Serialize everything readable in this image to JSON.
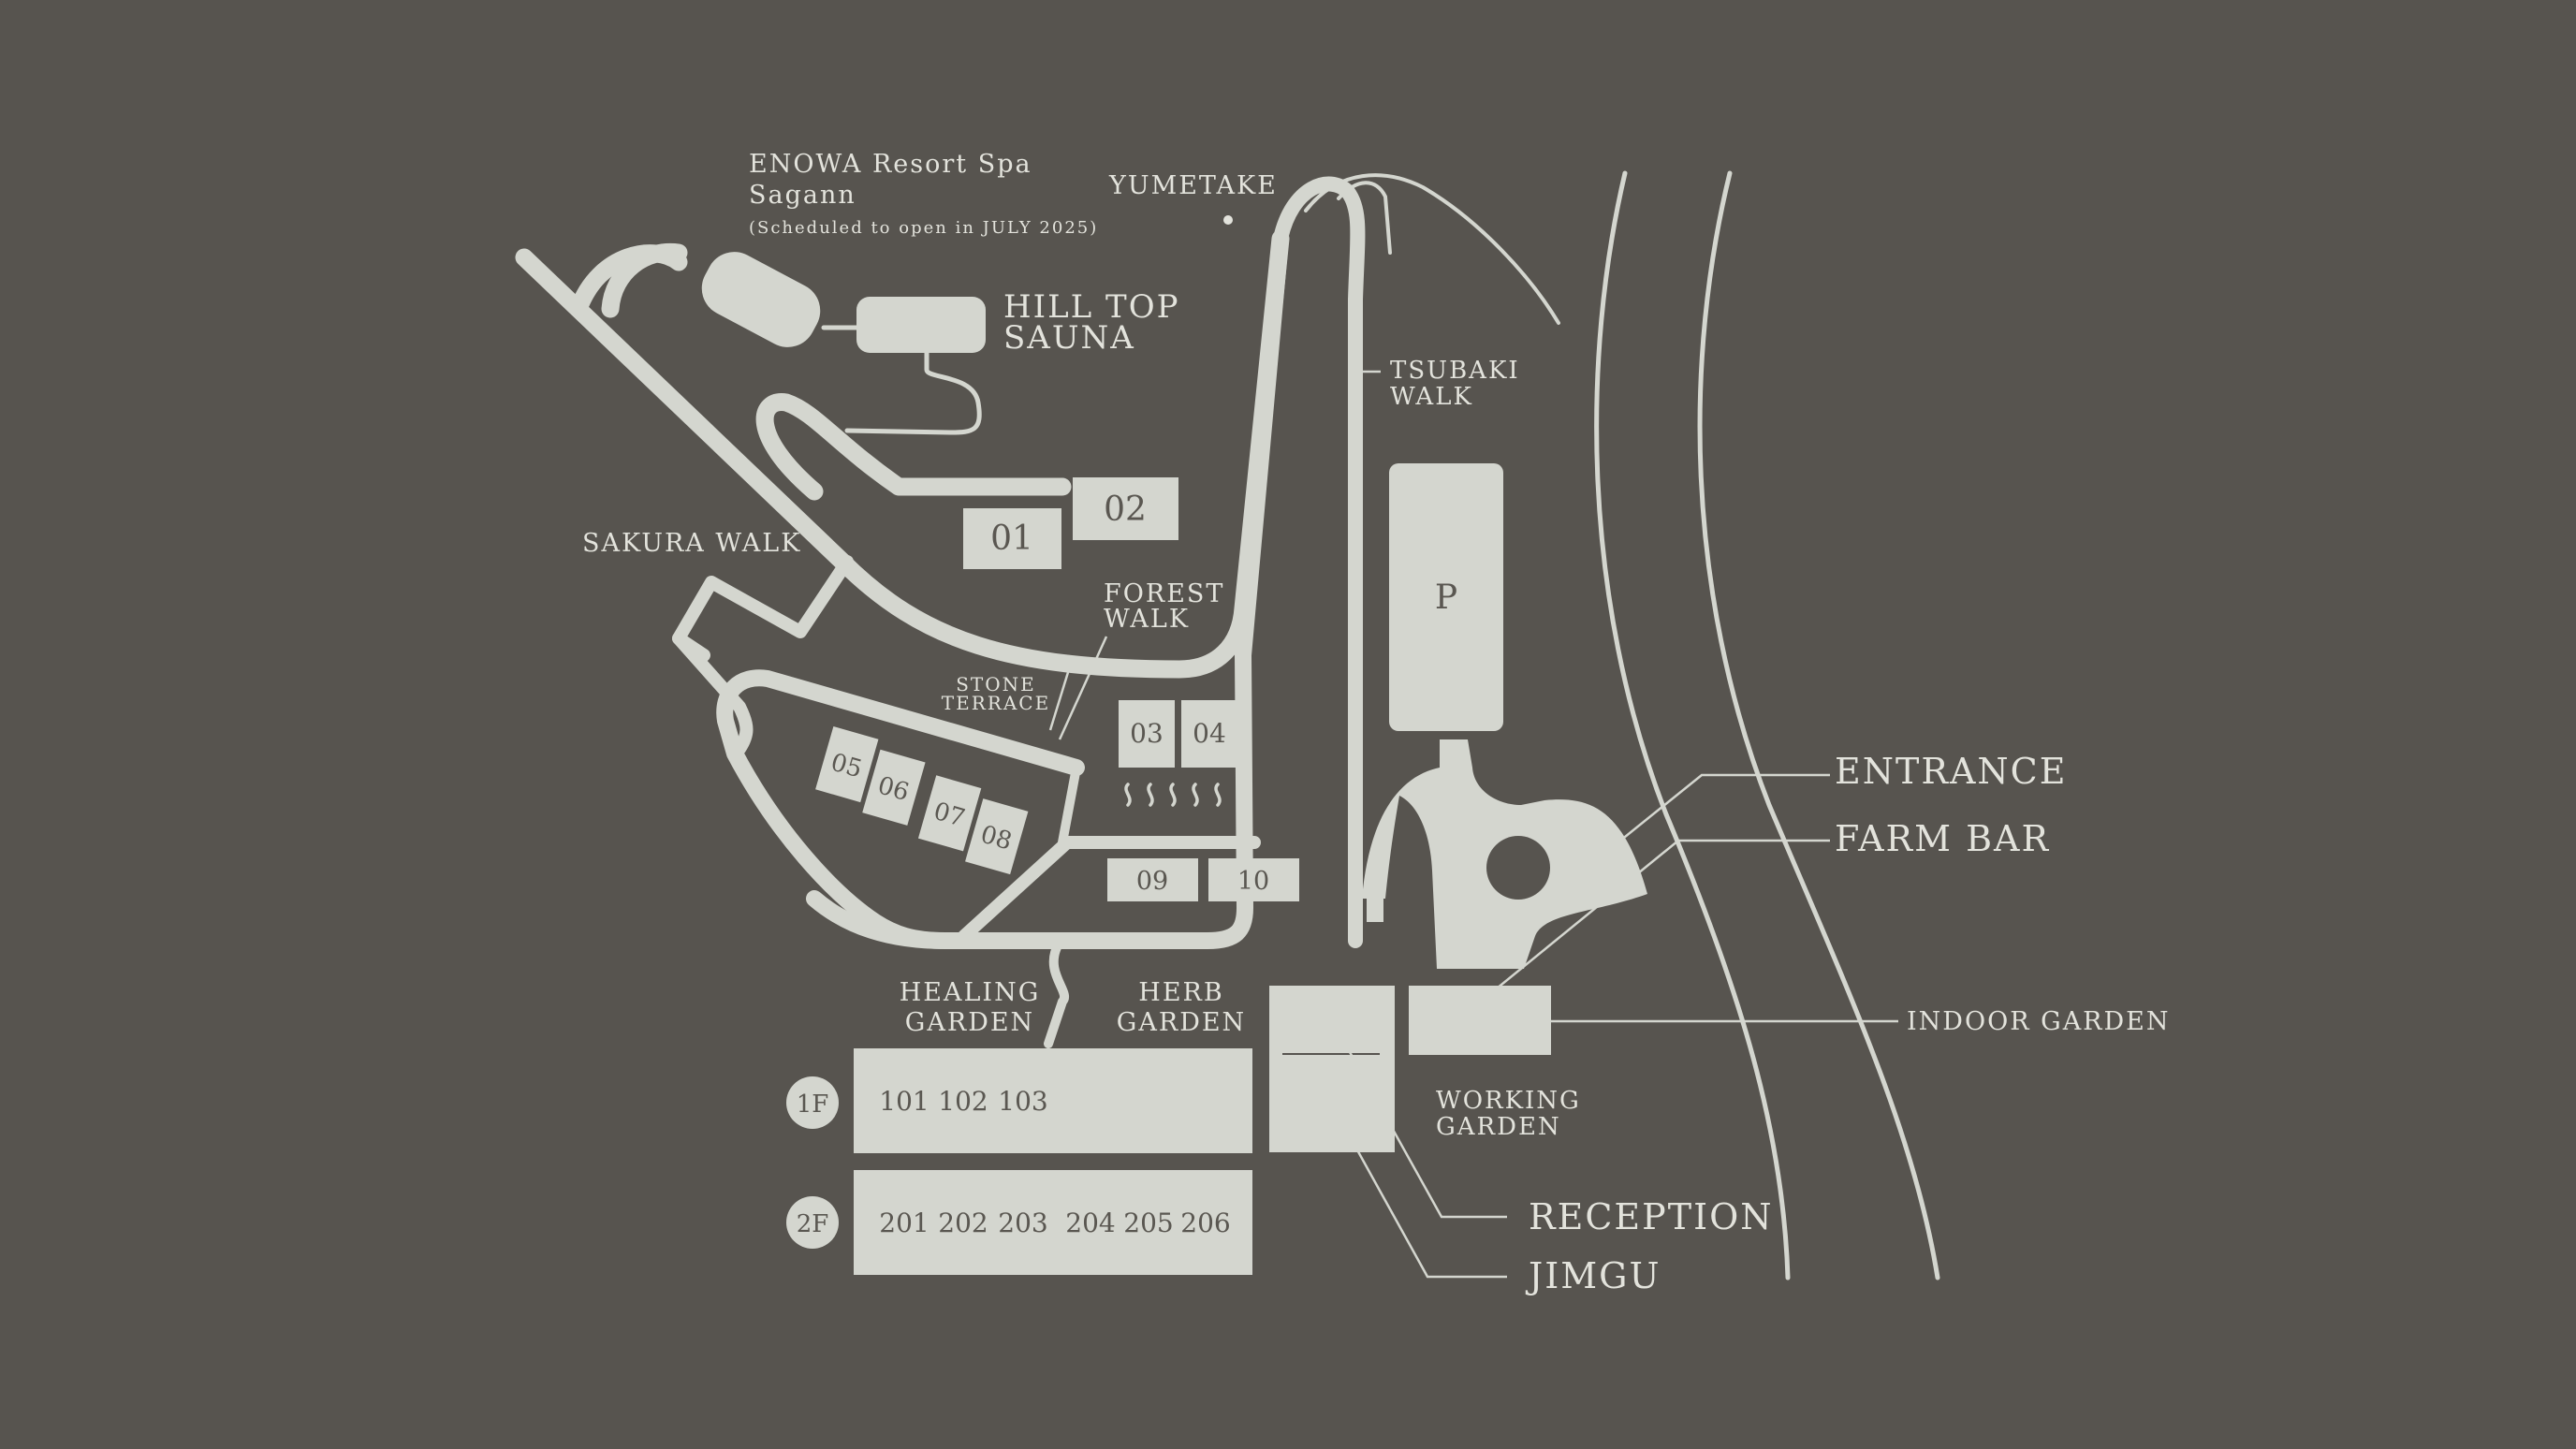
{
  "colors": {
    "background": "#57544f",
    "map_fill": "#d4d6cf",
    "label": "#e3e3dc",
    "number_text": "#5a5751"
  },
  "labels": {
    "enowa_line1": "ENOWA Resort Spa",
    "enowa_line2": "Sagann",
    "enowa_note": "(Scheduled to open in JULY 2025)",
    "yumetake": "YUMETAKE",
    "hill_top_line1": "HILL TOP",
    "hill_top_line2": "SAUNA",
    "tsubaki_line1": "TSUBAKI",
    "tsubaki_line2": "WALK",
    "sakura_walk": "SAKURA WALK",
    "forest_line1": "FOREST",
    "forest_line2": "WALK",
    "stone_line1": "STONE",
    "stone_line2": "TERRACE",
    "healing_line1": "HEALING",
    "healing_line2": "GARDEN",
    "herb_line1": "HERB",
    "herb_line2": "GARDEN",
    "working_line1": "WORKING",
    "working_line2": "GARDEN",
    "entrance": "ENTRANCE",
    "farm_bar": "FARM BAR",
    "indoor_garden": "INDOOR GARDEN",
    "reception": "RECEPTION",
    "jimgu": "JIMGU",
    "parking": "P"
  },
  "villas": {
    "v01": "01",
    "v02": "02",
    "v03": "03",
    "v04": "04",
    "v05": "05",
    "v06": "06",
    "v07": "07",
    "v08": "08",
    "v09": "09",
    "v10": "10"
  },
  "floors": {
    "f1": {
      "badge": "1F",
      "rooms": [
        "101",
        "102",
        "103"
      ]
    },
    "f2": {
      "badge": "2F",
      "rooms": [
        "201",
        "202",
        "203",
        "204",
        "205",
        "206"
      ]
    }
  }
}
